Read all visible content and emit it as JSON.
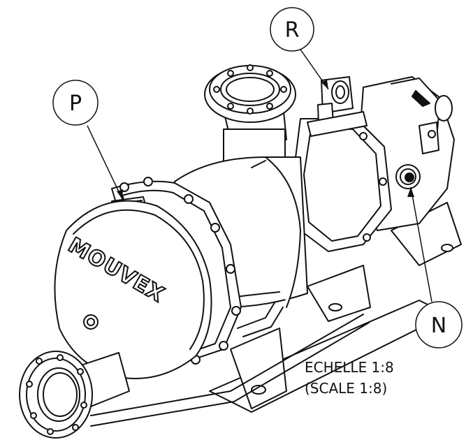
{
  "callouts": {
    "r": "R",
    "p": "P",
    "n": "N"
  },
  "logo": "MOUVEX",
  "scale": {
    "line1": "ECHELLE 1:8",
    "line2": "(SCALE 1:8)"
  }
}
